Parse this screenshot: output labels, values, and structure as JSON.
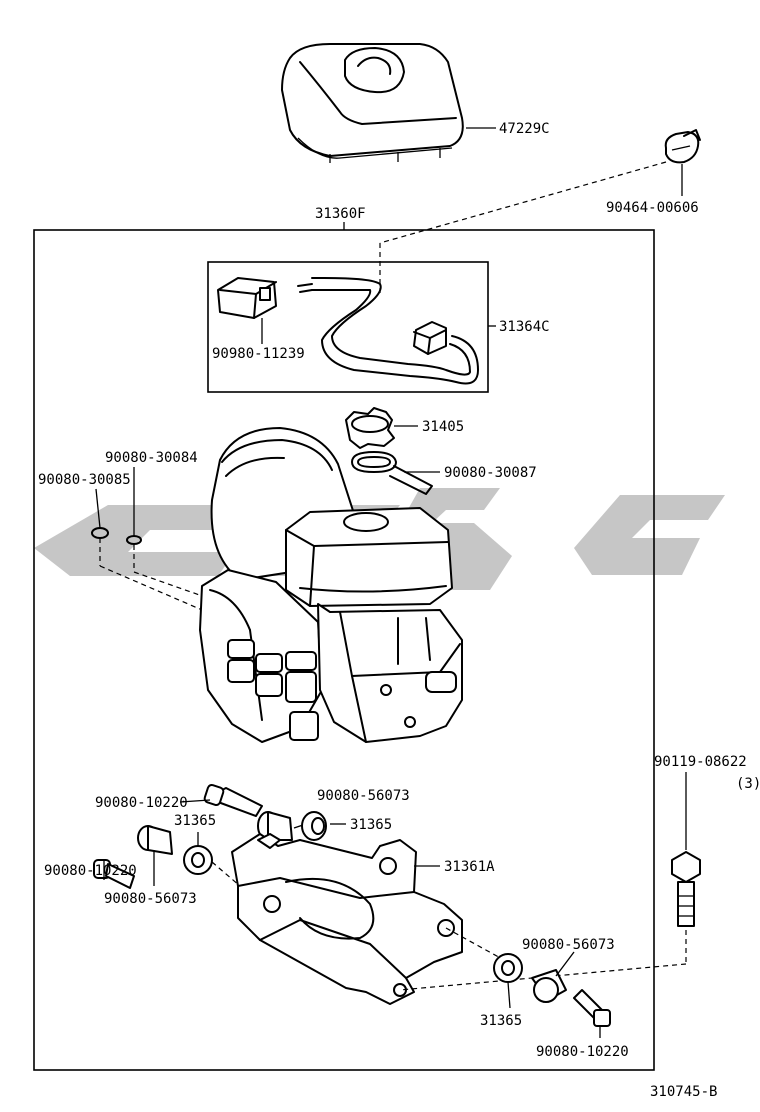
{
  "diagram_code": "310745-B",
  "labels": {
    "cover": "47229C",
    "clamp": "90464-00606",
    "assembly": "31360F",
    "harness": "31364C",
    "connector": "90980-11239",
    "reservoir_cap": "31405",
    "gasket": "90080-30087",
    "oring_small": "90080-30084",
    "oring_large": "90080-30085",
    "bolt_top": "90080-10220",
    "collar_top": "90080-56073",
    "grommet_top_right": "31365",
    "bolt_left": "90080-10220",
    "collar_left": "90080-56073",
    "grommet_left": "31365",
    "bracket": "31361A",
    "mount_bolt": "90119-08622",
    "mount_bolt_qty": "(3)",
    "collar_bottom": "90080-56073",
    "grommet_bottom": "31365",
    "bolt_bottom": "90080-10220"
  }
}
